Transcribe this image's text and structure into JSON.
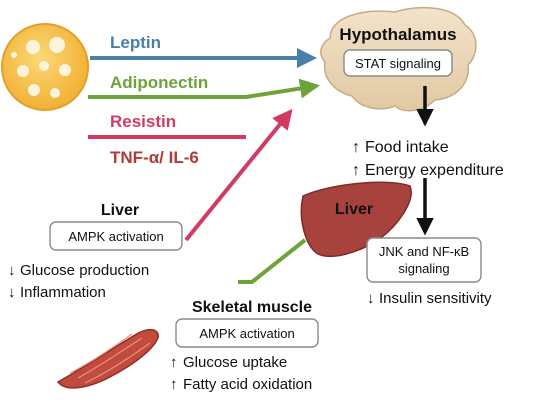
{
  "colors": {
    "leptin": "#4a7fa8",
    "adiponectin": "#6ea23a",
    "resistin": "#d23a62",
    "tnf": "#b23a3a",
    "liver_organ": "#a8423d",
    "muscle_green": "#6ea23a",
    "brain_fill": "#ead5b6",
    "adipocyte_fill": "#f6c24a",
    "black": "#111111"
  },
  "adipocyte": {
    "icon": "fat-cell-icon"
  },
  "signals": {
    "leptin": "Leptin",
    "adiponectin": "Adiponectin",
    "resistin": "Resistin",
    "tnf": "TNF-α/ IL-6"
  },
  "hypothalamus": {
    "title": "Hypothalamus",
    "pathway": "STAT signaling",
    "effects": [
      {
        "arrow": "↑",
        "text": "Food intake"
      },
      {
        "arrow": "↑",
        "text": "Energy expenditure"
      }
    ]
  },
  "liver_left": {
    "title": "Liver",
    "pathway": "AMPK activation",
    "effects": [
      {
        "arrow": "↓",
        "text": "Glucose production"
      },
      {
        "arrow": "↓",
        "text": "Inflammation"
      }
    ]
  },
  "liver_right": {
    "title": "Liver",
    "pathway_line1": "JNK and NF-κB",
    "pathway_line2": "signaling",
    "effects": [
      {
        "arrow": "↓",
        "text": "Insulin sensitivity"
      }
    ]
  },
  "skeletal_muscle": {
    "title": "Skeletal muscle",
    "pathway": "AMPK activation",
    "effects": [
      {
        "arrow": "↑",
        "text": "Glucose uptake"
      },
      {
        "arrow": "↑",
        "text": "Fatty acid oxidation"
      }
    ]
  }
}
